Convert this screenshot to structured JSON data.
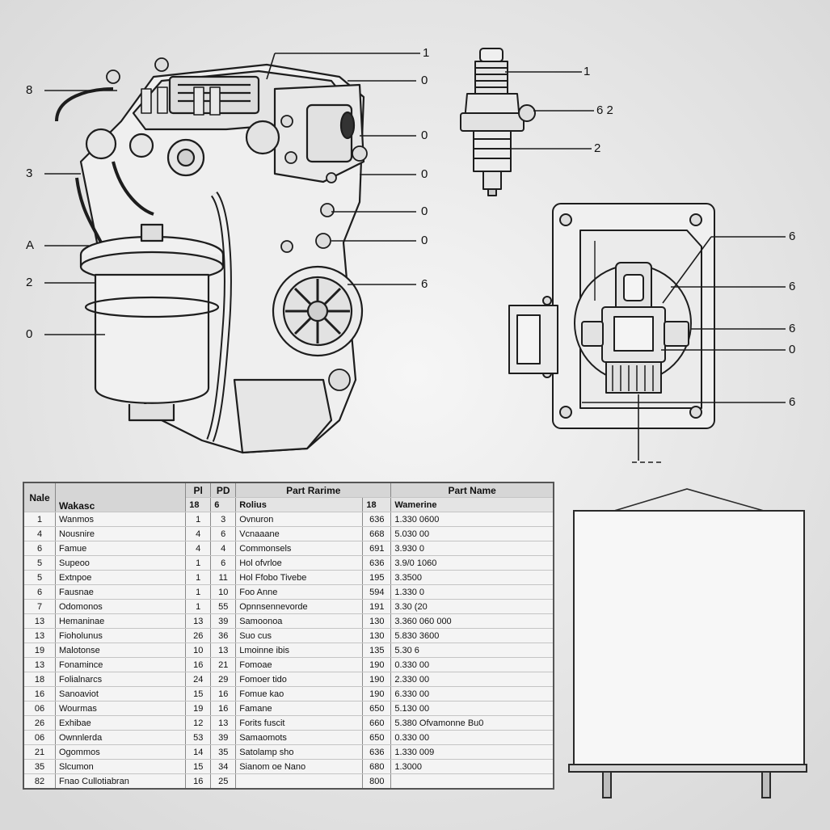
{
  "callouts": {
    "engine_left": [
      "8",
      "3",
      "A",
      "2",
      "0"
    ],
    "engine_right": [
      "1",
      "0",
      "0",
      "0",
      "0",
      "0",
      "6"
    ],
    "spark_plug": [
      "1",
      "6 2",
      "2"
    ],
    "panel": [
      "6",
      "6",
      "6",
      "0",
      "6"
    ]
  },
  "table": {
    "headers": {
      "col1": "Nale",
      "col2": "Wakasc",
      "col3": "Pl",
      "col4": "PD",
      "col5": "Part Rarime",
      "col7": "Part Name"
    },
    "subheaders": {
      "col3": "18",
      "col4": "6",
      "col5": "Rolius",
      "col6": "18",
      "col7": "Wamerine"
    },
    "rows": [
      [
        "1",
        "Wanmos",
        "1",
        "3",
        "Ovnuron",
        "636",
        "1.330 0600"
      ],
      [
        "4",
        "Nousnire",
        "4",
        "6",
        "Vcnaaane",
        "668",
        "5.030 00"
      ],
      [
        "6",
        "Famue",
        "4",
        "4",
        "Commonsels",
        "691",
        "3.930 0"
      ],
      [
        "5",
        "Supeoo",
        "1",
        "6",
        "Hol ofvrloe",
        "636",
        "3.9/0 1060"
      ],
      [
        "5",
        "Extnpoe",
        "1",
        "11",
        "Hol Ffobo Tivebe",
        "195",
        "3.3500"
      ],
      [
        "6",
        "Fausnae",
        "1",
        "10",
        "Foo Anne",
        "594",
        "1.330 0"
      ],
      [
        "7",
        "Odomonos",
        "1",
        "55",
        "Opnnsennevorde",
        "191",
        "3.30 (20"
      ],
      [
        "13",
        "Hemaninae",
        "13",
        "39",
        "Samoonoa",
        "130",
        "3.360 060 000"
      ],
      [
        "13",
        "Fioholunus",
        "26",
        "36",
        "Suo cus",
        "130",
        "5.830 3600"
      ],
      [
        "19",
        "Malotonse",
        "10",
        "13",
        "Lmoinne ibis",
        "135",
        "5.30 6"
      ],
      [
        "13",
        "Fonamince",
        "16",
        "21",
        "Fomoae",
        "190",
        "0.330 00"
      ],
      [
        "18",
        "Folialnarcs",
        "24",
        "29",
        "Fomoer tido",
        "190",
        "2.330 00"
      ],
      [
        "16",
        "Sanoaviot",
        "15",
        "16",
        "Fomue kao",
        "190",
        "6.330 00"
      ],
      [
        "06",
        "Wourmas",
        "19",
        "16",
        "Famane",
        "650",
        "5.130 00"
      ],
      [
        "26",
        "Exhibae",
        "12",
        "13",
        "Forits fuscit",
        "660",
        "5.380 Ofvamonne Bu0"
      ],
      [
        "06",
        "Ownnlerda",
        "53",
        "39",
        "Samaomots",
        "650",
        "0.330 00"
      ],
      [
        "21",
        "Ogommos",
        "14",
        "35",
        "Satolamp sho",
        "636",
        "1.330 009"
      ],
      [
        "35",
        "Slcumon",
        "15",
        "34",
        "Sianom oe Nano",
        "680",
        "1.3000"
      ],
      [
        "82",
        "Fnao Cullotiabran",
        "16",
        "25",
        "",
        "800",
        ""
      ]
    ]
  },
  "colors": {
    "background": "#e9e9e9",
    "line": "#222222",
    "table_border": "#555555"
  }
}
